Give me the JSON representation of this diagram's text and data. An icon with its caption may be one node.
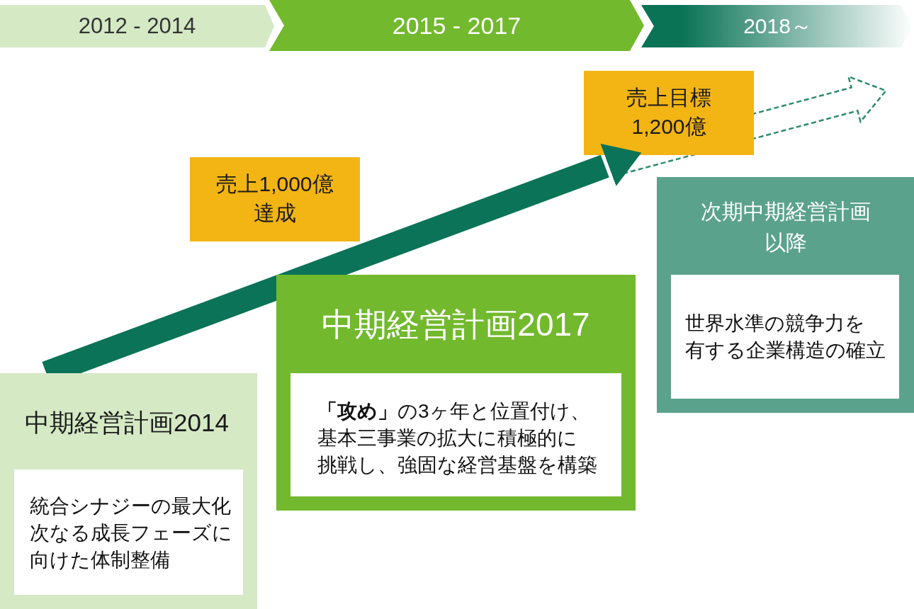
{
  "diagram": {
    "nodes": [
      {
        "text": [
          "2012 - 2014"
        ]
      },
      {
        "text": [
          "2015 - 2017"
        ]
      },
      {
        "text": [
          "2018～"
        ]
      },
      {
        "text": [
          "中期経営計画2014"
        ]
      },
      {
        "text": [
          "統合シナジーの最大化次なる成長フェーズに向けた体制整備"
        ],
        "in": 3
      },
      {
        "text": [
          "売上1,000億達成"
        ]
      },
      {
        "text": [
          "中期経営計画2017"
        ]
      },
      {
        "text": [
          "**「攻め」**の3ヶ年と位置付け、基本三事業の拡大に積極的に挑戦し、強固な経営基盤を構築"
        ],
        "in": 6
      },
      {
        "text": [
          "売上目標1,200億"
        ]
      },
      {
        "text": [
          "次期中期経営計画以降"
        ]
      },
      {
        "text": [
          "世界水準の競争力を有する企業構造の確立"
        ],
        "in": 9
      }
    ],
    "edges": [
      {
        "from": 3,
        "to": 8,
        "arrow": "to"
      }
    ]
  }
}
